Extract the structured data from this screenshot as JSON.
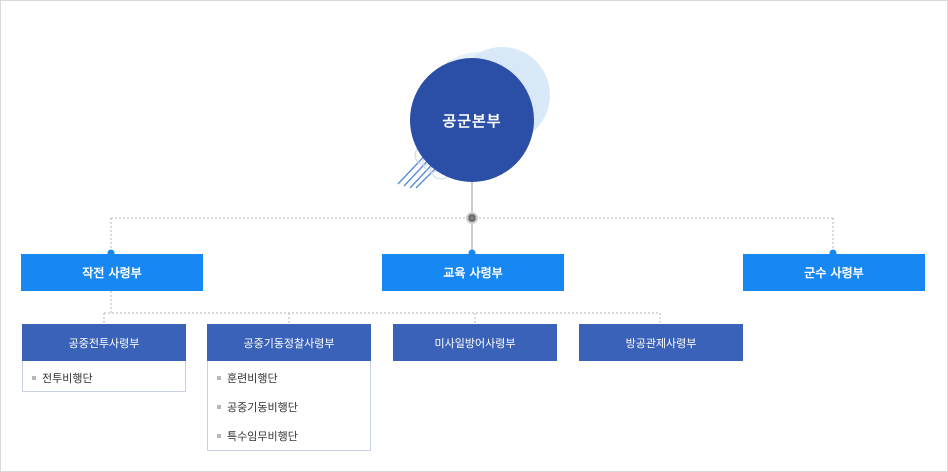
{
  "hq": {
    "label": "공군본부"
  },
  "commands": [
    {
      "label": "작전 사령부"
    },
    {
      "label": "교육 사령부"
    },
    {
      "label": "군수 사령부"
    }
  ],
  "subordinates": [
    {
      "label": "공중전투사령부",
      "wings": [
        "전투비행단"
      ]
    },
    {
      "label": "공중기동정찰사령부",
      "wings": [
        "훈련비행단",
        "공중기동비행단",
        "특수임무비행단"
      ]
    },
    {
      "label": "미사일방어사령부",
      "wings": []
    },
    {
      "label": "방공관제사령부",
      "wings": []
    }
  ],
  "colors": {
    "hq": "#2b4fa6",
    "command": "#1787f3",
    "subordinate": "#3a62b8",
    "decoration_light": "#b9d7f3"
  }
}
